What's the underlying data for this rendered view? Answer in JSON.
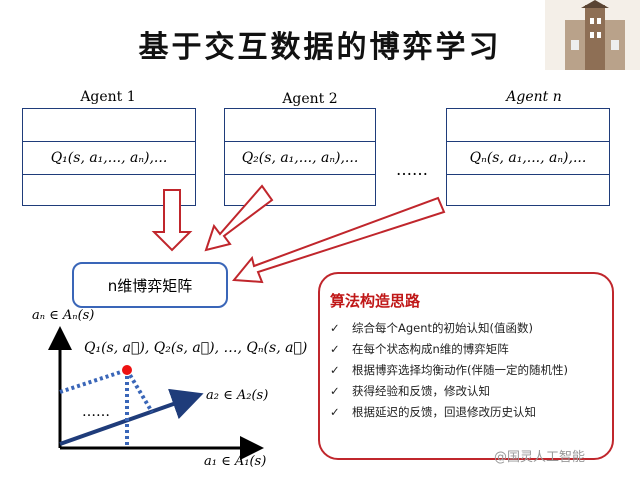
{
  "title": "基于交互数据的博弈学习",
  "agents": [
    {
      "label": "Agent 1",
      "q": "Q₁(s, a₁,..., aₙ),..."
    },
    {
      "label": "Agent 2",
      "q": "Q₂(s, a₁,..., aₙ),..."
    },
    {
      "label": "Agent n",
      "q": "Qₙ(s, a₁,..., aₙ),..."
    }
  ],
  "ellipsis": "……",
  "game_matrix_label": "n维博弈矩阵",
  "idea": {
    "title": "算法构造思路",
    "items": [
      "综合每个Agent的初始认知(值函数)",
      "在每个状态构成n维的博弈矩阵",
      "根据博弈选择均衡动作(伴随一定的随机性)",
      "获得经验和反馈，修改认知",
      "根据延迟的反馈，回退修改历史认知"
    ],
    "check_mark": "✓"
  },
  "plot": {
    "y_axis_label": "aₙ ∈ Aₙ(s)",
    "x2_axis_label": "a₂ ∈ A₂(s)",
    "x1_axis_label": "a₁ ∈ A₁(s)",
    "point_label": "Q₁(s, a⃗), Q₂(s, a⃗), …, Qₙ(s, a⃗)",
    "dots": "……"
  },
  "watermark": "@国灵人工智能",
  "colors": {
    "box_border": "#1f3c7a",
    "arrow_red": "#c0262c",
    "point": "#e11",
    "dotted": "#3a66b8"
  }
}
